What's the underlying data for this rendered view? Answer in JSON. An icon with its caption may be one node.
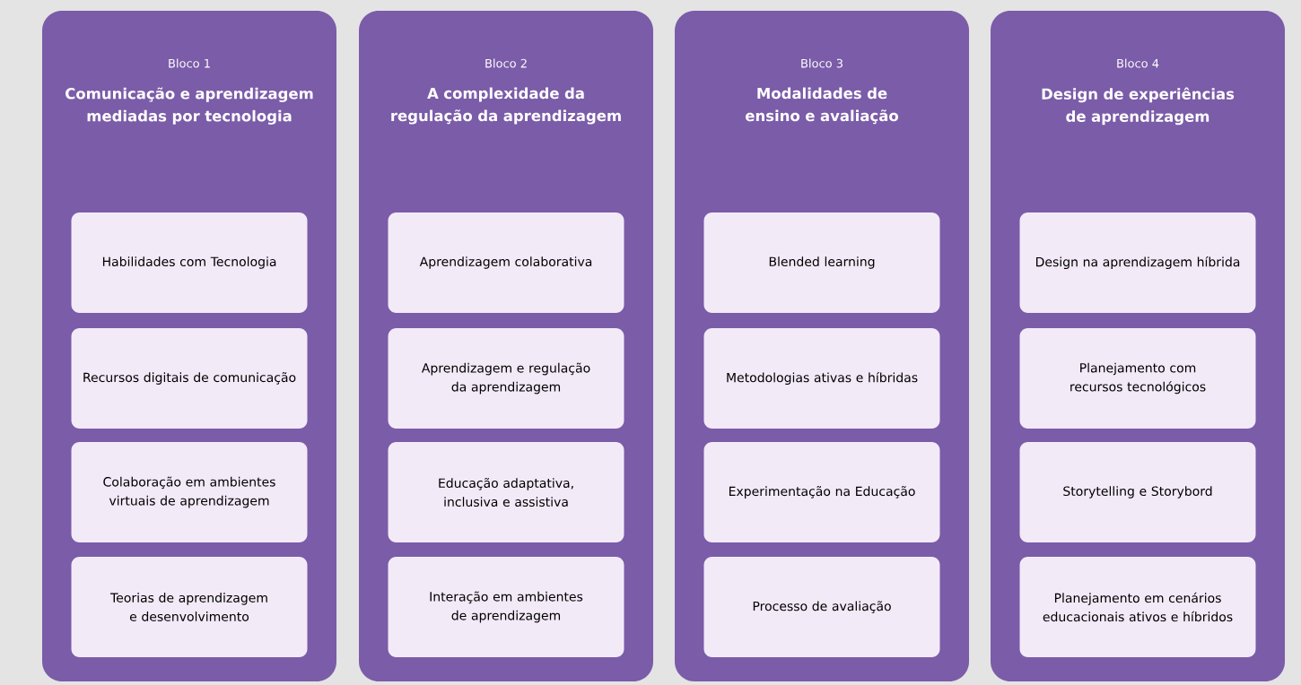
{
  "diagram": {
    "nodes": [
      {
        "text": [
          "Bloco 1",
          "Comunicação e aprendizagem mediadas por tecnologia"
        ]
      },
      {
        "text": [
          "Habilidades com Tecnologia"
        ],
        "in": 0
      },
      {
        "text": [
          "Recursos digitais de comunicação"
        ],
        "in": 0
      },
      {
        "text": [
          "Colaboração em ambientes virtuais de aprendizagem"
        ],
        "in": 0
      },
      {
        "text": [
          "Teorias de aprendizagem e desenvolvimento"
        ],
        "in": 0
      },
      {
        "text": [
          "Bloco 2",
          "A complexidade da regulação da aprendizagem"
        ]
      },
      {
        "text": [
          "Aprendizagem colaborativa"
        ],
        "in": 5
      },
      {
        "text": [
          "Aprendizagem e regulação da aprendizagem"
        ],
        "in": 5
      },
      {
        "text": [
          "Educação adaptativa, inclusiva e assistiva"
        ],
        "in": 5
      },
      {
        "text": [
          "Interação em ambientes de aprendizagem"
        ],
        "in": 5
      },
      {
        "text": [
          "Bloco 3",
          "Modalidades de ensino e avaliação"
        ]
      },
      {
        "text": [
          "Blended learning"
        ],
        "in": 10
      },
      {
        "text": [
          "Metodologias ativas e híbridas"
        ],
        "in": 10
      },
      {
        "text": [
          "Experimentação na Educação"
        ],
        "in": 10
      },
      {
        "text": [
          "Processo de avaliação"
        ],
        "in": 10
      },
      {
        "text": [
          "Bloco 4",
          "Design de experiências de aprendizagem"
        ]
      },
      {
        "text": [
          "Design na aprendizagem híbrida"
        ],
        "in": 15
      },
      {
        "text": [
          "Planejamento com recursos tecnológicos"
        ],
        "in": 15
      },
      {
        "text": [
          "Storytelling e Storybord"
        ],
        "in": 15
      },
      {
        "text": [
          "Planejamento em cenários educacionais ativos e híbridos"
        ],
        "in": 15
      }
    ]
  }
}
